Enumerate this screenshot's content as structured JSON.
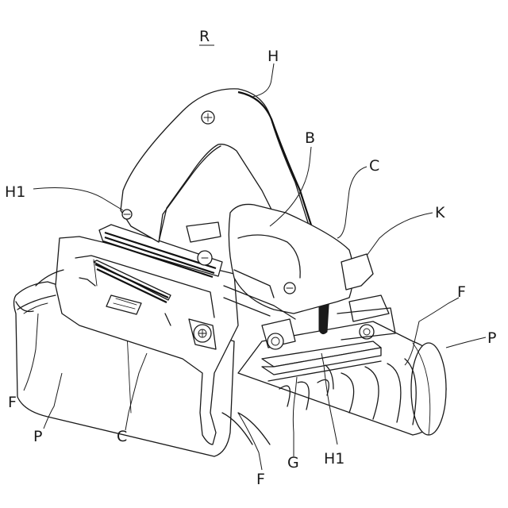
{
  "figure": {
    "reference": "R",
    "labels": {
      "H": "H",
      "B": "B",
      "C_top": "C",
      "K": "K",
      "H1_left": "H1",
      "F_right": "F",
      "P_right": "P",
      "F_left": "F",
      "P_left": "P",
      "C_bottom": "C",
      "G": "G",
      "H1_bottom": "H1",
      "F_bottom": "F"
    }
  }
}
